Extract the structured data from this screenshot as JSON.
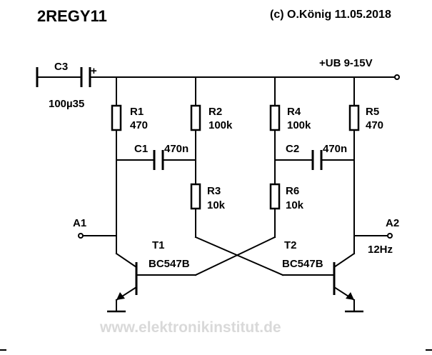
{
  "title": "2REGY11",
  "copyright": "(c) O.König 11.05.2018",
  "watermark": "www.elektronikinstitut.de",
  "supply_label": "+UB  9-15V",
  "c3": {
    "name": "C3",
    "polarity": "+",
    "value": "100µ35"
  },
  "r1": {
    "name": "R1",
    "value": "470"
  },
  "r2": {
    "name": "R2",
    "value": "100k"
  },
  "r3": {
    "name": "R3",
    "value": "10k"
  },
  "r4": {
    "name": "R4",
    "value": "100k"
  },
  "r5": {
    "name": "R5",
    "value": "470"
  },
  "r6": {
    "name": "R6",
    "value": "10k"
  },
  "c1": {
    "name": "C1",
    "value": "470n"
  },
  "c2": {
    "name": "C2",
    "value": "470n"
  },
  "t1": {
    "name": "T1",
    "type": "BC547B"
  },
  "t2": {
    "name": "T2",
    "type": "BC547B"
  },
  "a1": {
    "name": "A1"
  },
  "a2": {
    "name": "A2",
    "freq": "12Hz"
  }
}
